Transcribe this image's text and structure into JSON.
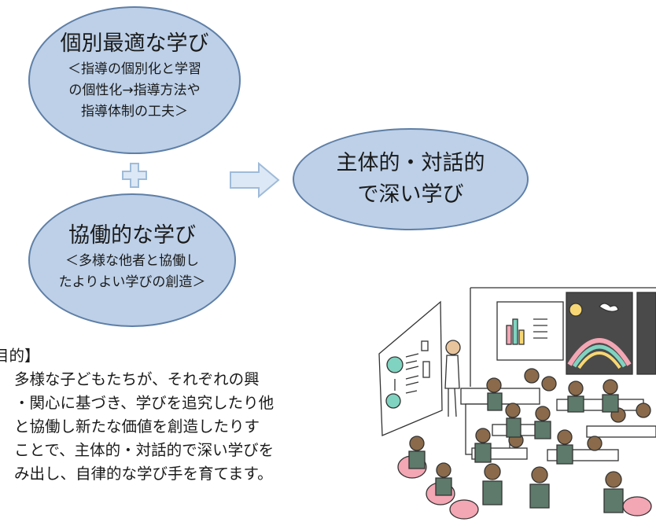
{
  "diagram": {
    "individual": {
      "title": "個別最適な学び",
      "sub1": "＜指導の個別化と学習",
      "sub2": "の個性化→指導方法や",
      "sub3": "指導体制の工夫＞"
    },
    "collaborative": {
      "title": "協働的な学び",
      "sub1": "＜多様な他者と協働し",
      "sub2": "たよりよい学びの創造＞"
    },
    "result": {
      "line1": "主体的・対話的",
      "line2": "で深い学び"
    },
    "plus_icon": "plus-icon",
    "arrow_icon": "arrow-right-icon"
  },
  "purpose": {
    "heading": "目的】",
    "body": "多様な子どもたちが、それぞれの興\n・関心に基づき、学びを追究したり他\nと協働し新たな価値を創造したりす\nことで、主体的・対話的で深い学びを\nみ出し、自律的な学び手を育てます。"
  },
  "colors": {
    "ellipse_fill": "#bdd0e8",
    "ellipse_stroke": "#5f7fa6",
    "connector_fill": "#dce8f5",
    "connector_stroke": "#9fbbd9"
  }
}
